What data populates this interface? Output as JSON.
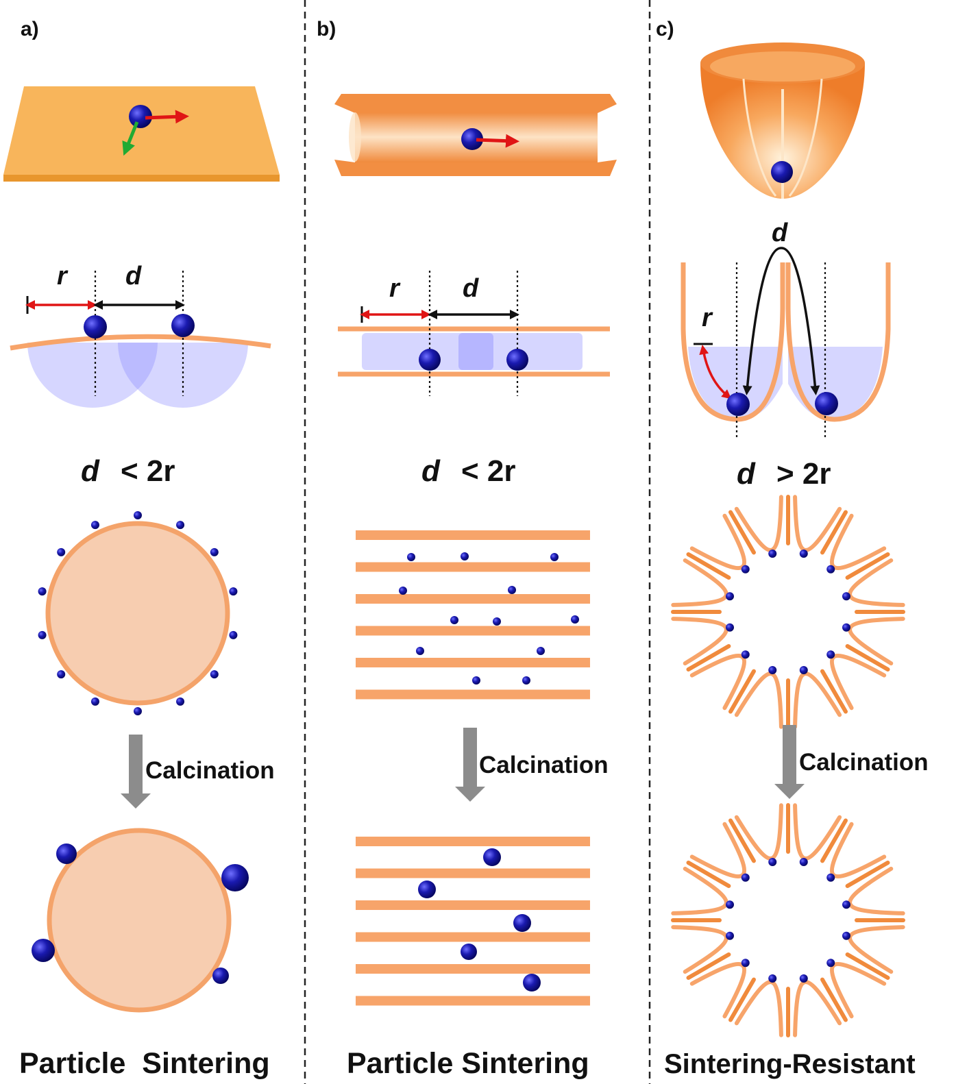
{
  "colors": {
    "orange": "#f7a46a",
    "orange_dark": "#f08a3c",
    "slab": "#f8b55b",
    "particle": "#1a1aa8",
    "arrow_red": "#e01515",
    "arrow_green": "#22aa33",
    "arrow_gray": "#8c8c8c",
    "shadow": "#8a8aff"
  },
  "panels": [
    {
      "id": "a",
      "label": "a)",
      "var_r": "r",
      "var_d": "d",
      "relation_d": "d",
      "relation_op": "< 2r",
      "arrow_label": "Calcination",
      "caption": "Particle  Sintering"
    },
    {
      "id": "b",
      "label": "b)",
      "var_r": "r",
      "var_d": "d",
      "relation_d": "d",
      "relation_op": "< 2r",
      "arrow_label": "Calcination",
      "caption": "Particle Sintering"
    },
    {
      "id": "c",
      "label": "c)",
      "var_r": "r",
      "var_d": "d",
      "relation_d": "d",
      "relation_op": "> 2r",
      "arrow_label": "Calcination",
      "caption": "Sintering-Resistant"
    }
  ]
}
